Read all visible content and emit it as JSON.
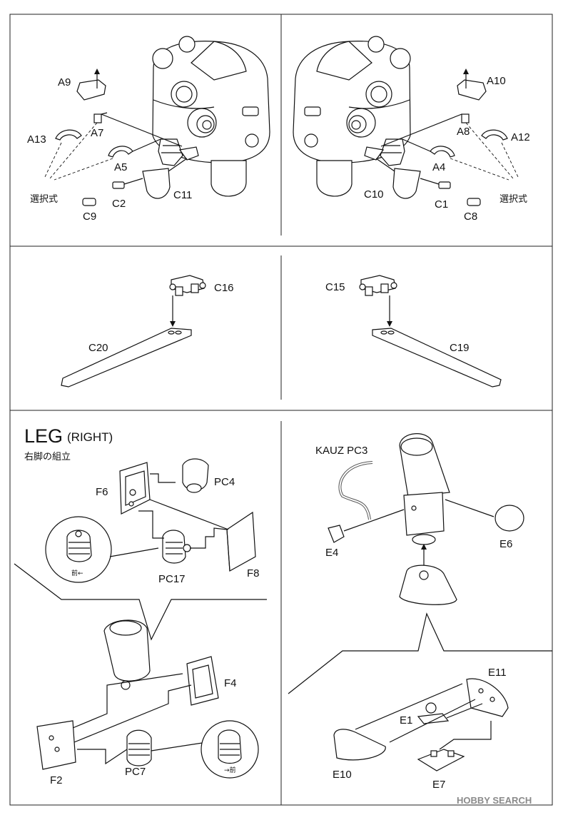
{
  "panels": {
    "head_left": {
      "labels": [
        "A9",
        "A7",
        "A13",
        "A5",
        "C11",
        "C2",
        "C9"
      ],
      "optional_note": "選択式"
    },
    "head_right": {
      "labels": [
        "A10",
        "A8",
        "A12",
        "A4",
        "C10",
        "C1",
        "C8"
      ],
      "optional_note": "選択式"
    },
    "mount_left": {
      "labels": [
        "C16",
        "C20"
      ]
    },
    "mount_right": {
      "labels": [
        "C15",
        "C19"
      ]
    },
    "leg_right": {
      "title": "LEG",
      "title_suffix": "(RIGHT)",
      "subtitle": "右脚の組立",
      "labels": [
        "F6",
        "PC4",
        "PC17",
        "F8",
        "F4",
        "F2",
        "PC7"
      ],
      "inset_note_top": "前←",
      "inset_note_bottom": "→前"
    },
    "leg_lower": {
      "labels": [
        "KAUZ PC3",
        "E4",
        "E6",
        "E11",
        "E1",
        "E10",
        "E7"
      ]
    }
  },
  "watermark": "HOBBY SEARCH"
}
